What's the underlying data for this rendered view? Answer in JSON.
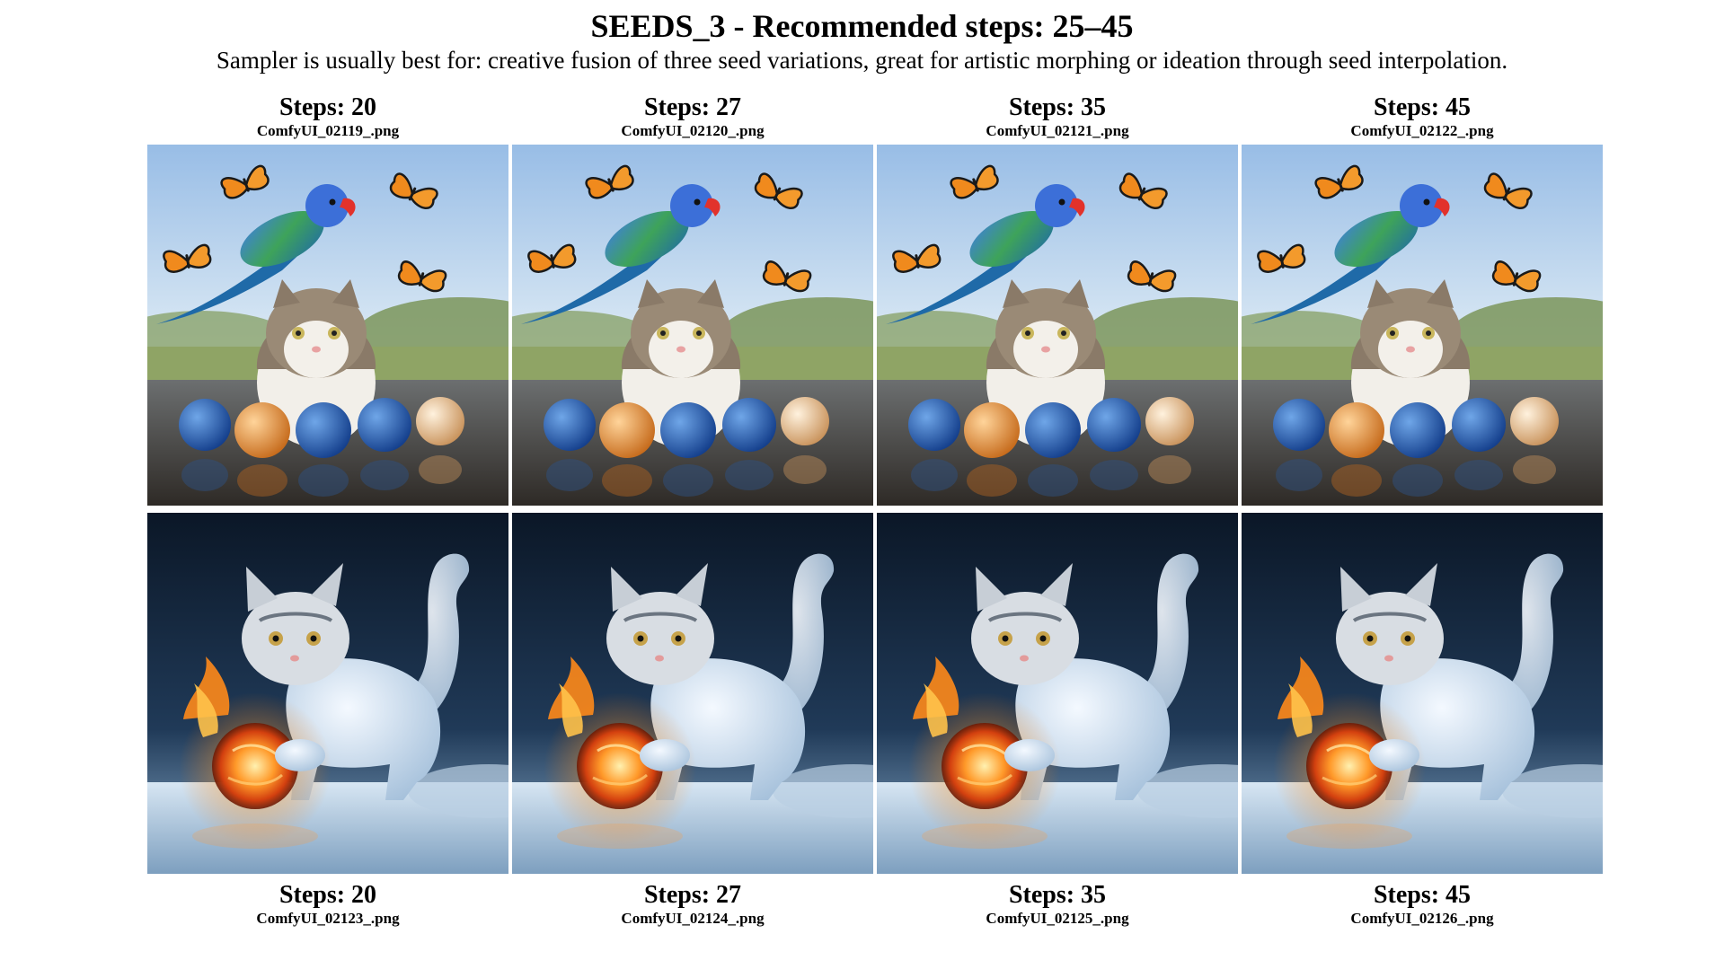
{
  "header": {
    "title": "SEEDS_3 - Recommended steps: 25–45",
    "subtitle": "Sampler is usually best for: creative fusion of three seed variations, great for artistic morphing or ideation through seed interpolation."
  },
  "rows": [
    {
      "scene": "parrot-cat-butterflies-planets",
      "items": [
        {
          "steps": "Steps: 20",
          "file": "ComfyUI_02119_.png"
        },
        {
          "steps": "Steps: 27",
          "file": "ComfyUI_02120_.png"
        },
        {
          "steps": "Steps: 35",
          "file": "ComfyUI_02121_.png"
        },
        {
          "steps": "Steps: 45",
          "file": "ComfyUI_02122_.png"
        }
      ]
    },
    {
      "scene": "ice-cat-fire-ball",
      "items": [
        {
          "steps": "Steps: 20",
          "file": "ComfyUI_02123_.png"
        },
        {
          "steps": "Steps: 27",
          "file": "ComfyUI_02124_.png"
        },
        {
          "steps": "Steps: 35",
          "file": "ComfyUI_02125_.png"
        },
        {
          "steps": "Steps: 45",
          "file": "ComfyUI_02126_.png"
        }
      ]
    }
  ],
  "colors": {
    "sky_top": "#9fc3ea",
    "sky_bottom": "#e3eef6",
    "grass": "#7e9656",
    "night_top": "#0c1a2e",
    "night_bottom": "#2a4564",
    "fire": "#ff8a1a",
    "ice": "#cfe1f1"
  }
}
